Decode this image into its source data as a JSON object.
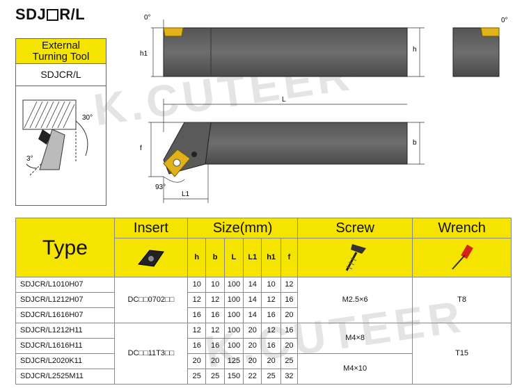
{
  "header": {
    "prefix": "SDJ",
    "suffix": "R/L"
  },
  "info": {
    "line1": "External",
    "line2": "Turning Tool",
    "model": "SDJCR/L",
    "angle_top": "30°",
    "angle_bottom": "3°"
  },
  "drawing": {
    "h1": "h1",
    "h": "h",
    "zero_left": "0°",
    "zero_right": "0°",
    "L": "L",
    "b": "b",
    "f": "f",
    "L1": "L1",
    "angle_93": "93°"
  },
  "watermark": "K.CUTEER",
  "table": {
    "headers": {
      "type": "Type",
      "insert": "Insert",
      "size": "Size(mm)",
      "screw": "Screw",
      "wrench": "Wrench"
    },
    "subheaders": [
      "h",
      "b",
      "L",
      "L1",
      "h1",
      "f"
    ],
    "icons": {
      "insert": "insert-icon",
      "screw": "screw-icon",
      "wrench": "torx-wrench-icon"
    },
    "colors": {
      "header": "#f4e400",
      "wrench_red": "#d6231a"
    },
    "group1": {
      "insert": "DC□□0702□□",
      "screw": "M2.5×6",
      "wrench": "T8"
    },
    "group2": {
      "insert": "DC□□11T3□□",
      "screw_a": "M4×8",
      "screw_b": "M4×10",
      "wrench": "T15"
    },
    "rows": [
      {
        "type": "SDJCR/L1010H07",
        "h": "10",
        "b": "10",
        "L": "100",
        "L1": "14",
        "h1": "10",
        "f": "12"
      },
      {
        "type": "SDJCR/L1212H07",
        "h": "12",
        "b": "12",
        "L": "100",
        "L1": "14",
        "h1": "12",
        "f": "16"
      },
      {
        "type": "SDJCR/L1616H07",
        "h": "16",
        "b": "16",
        "L": "100",
        "L1": "14",
        "h1": "16",
        "f": "20"
      },
      {
        "type": "SDJCR/L1212H11",
        "h": "12",
        "b": "12",
        "L": "100",
        "L1": "20",
        "h1": "12",
        "f": "16"
      },
      {
        "type": "SDJCR/L1616H11",
        "h": "16",
        "b": "16",
        "L": "100",
        "L1": "20",
        "h1": "16",
        "f": "20"
      },
      {
        "type": "SDJCR/L2020K11",
        "h": "20",
        "b": "20",
        "L": "125",
        "L1": "20",
        "h1": "20",
        "f": "25"
      },
      {
        "type": "SDJCR/L2525M11",
        "h": "25",
        "b": "25",
        "L": "150",
        "L1": "22",
        "h1": "25",
        "f": "32"
      }
    ]
  }
}
